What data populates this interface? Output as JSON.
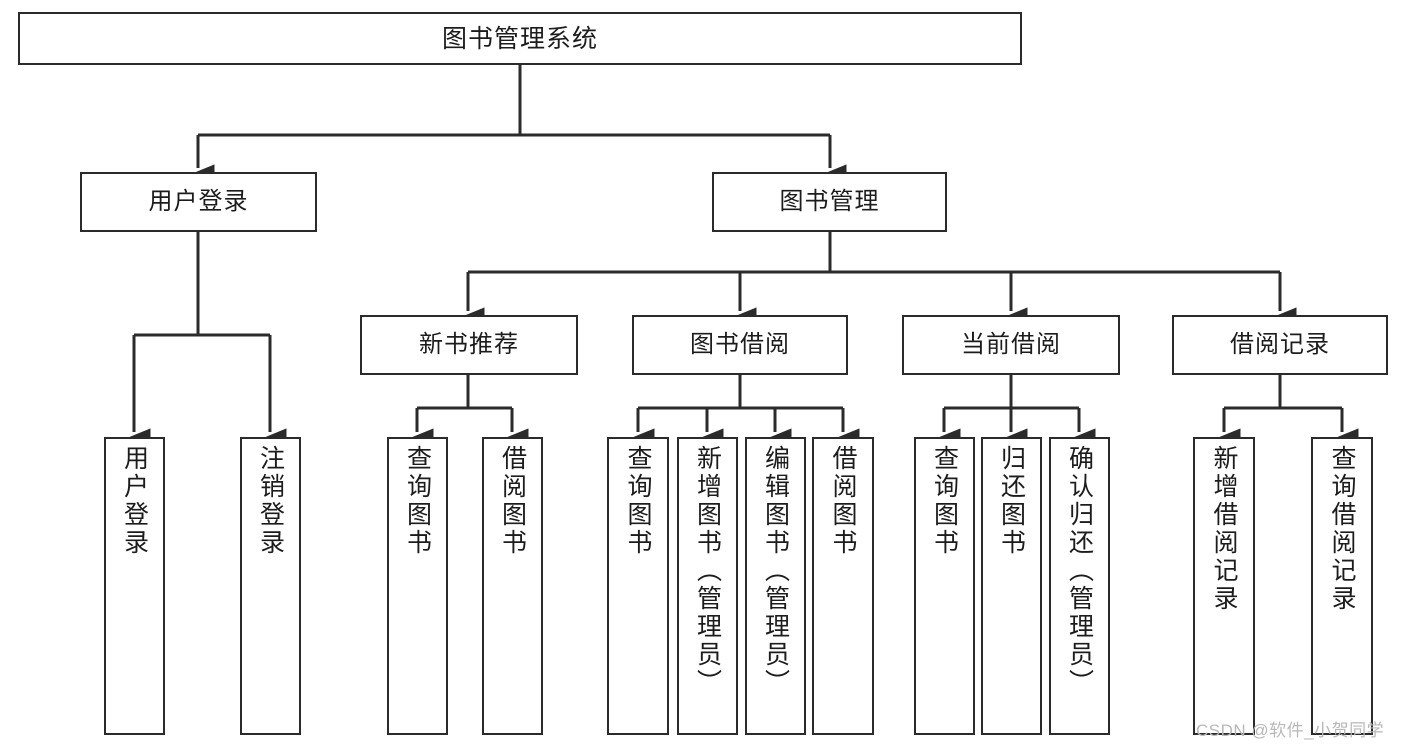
{
  "diagram": {
    "title": "图书管理系统",
    "orientation": "top-down-tree",
    "stroke_color": "#2b2b2b",
    "fill_color": "#ffffff",
    "text_color": "#1c1c1c"
  },
  "root": {
    "label": "图书管理系统"
  },
  "level2": {
    "user_login": "用户登录",
    "book_manage": "图书管理"
  },
  "level3": {
    "new_book_rec": "新书推荐",
    "book_borrow": "图书借阅",
    "current_borrow": "当前借阅",
    "borrow_record": "借阅记录"
  },
  "leaves": {
    "user_login": [
      "用户登录",
      "注销登录"
    ],
    "new_book_rec": [
      "查询图书",
      "借阅图书"
    ],
    "book_borrow": [
      "查询图书",
      "新增图书（管理员）",
      "编辑图书（管理员）",
      "借阅图书"
    ],
    "current_borrow": [
      "查询图书",
      "归还图书",
      "确认归还（管理员）"
    ],
    "borrow_record": [
      "新增借阅记录",
      "查询借阅记录"
    ]
  },
  "watermark": {
    "text": "CSDN @软件_小贺同学"
  }
}
